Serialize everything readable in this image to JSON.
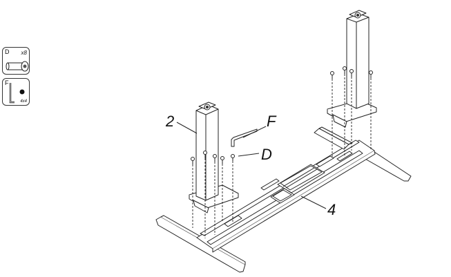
{
  "parts": [
    {
      "letter": "D",
      "quantity": "x8",
      "icon": "bolt-icon"
    },
    {
      "letter": "F",
      "size": "4x4",
      "icon": "allen-key-icon"
    }
  ],
  "callouts": {
    "leg": "2",
    "allen_key": "F",
    "bolt": "D",
    "crossbar": "4"
  }
}
